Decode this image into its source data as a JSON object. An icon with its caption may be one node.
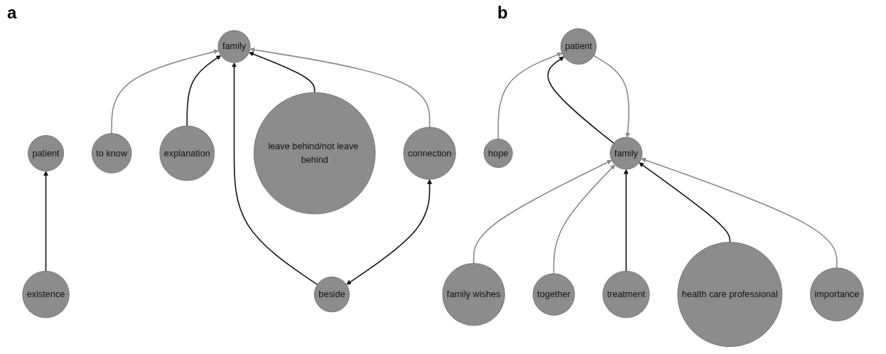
{
  "diagram": {
    "nodes": [
      {
        "text": [
          "patient"
        ]
      },
      {
        "text": [
          "existence"
        ]
      },
      {
        "text": [
          "to know"
        ]
      },
      {
        "text": [
          "family"
        ]
      },
      {
        "text": [
          "explanation"
        ]
      },
      {
        "text": [
          "connection"
        ]
      },
      {
        "text": [
          "leave behind/not leave behind"
        ]
      },
      {
        "text": [
          "beside"
        ]
      },
      {
        "text": [
          "family wishes"
        ]
      },
      {
        "text": [
          "together"
        ]
      },
      {
        "text": [
          "treatment"
        ]
      },
      {
        "text": [
          "health care professional"
        ]
      },
      {
        "text": [
          "family"
        ]
      },
      {
        "text": [
          "patient"
        ]
      },
      {
        "text": [
          "importance"
        ]
      },
      {
        "text": [
          "hope"
        ]
      }
    ],
    "edges": [
      {
        "from": 1,
        "to": 0,
        "arrow": "to"
      },
      {
        "from": 2,
        "to": 3,
        "arrow": "to",
        "color": "#888888"
      },
      {
        "from": 4,
        "to": 3,
        "arrow": "to"
      },
      {
        "from": 5,
        "to": 3,
        "arrow": "to",
        "color": "#888888"
      },
      {
        "from": 6,
        "to": 3,
        "arrow": "to"
      },
      {
        "from": 7,
        "to": 3,
        "arrow": "to"
      },
      {
        "from": 7,
        "to": 5,
        "arrow": "both"
      },
      {
        "from": 8,
        "to": 12,
        "arrow": "to",
        "color": "#888888"
      },
      {
        "from": 9,
        "to": 12,
        "arrow": "to",
        "color": "#888888"
      },
      {
        "from": 10,
        "to": 12,
        "arrow": "to"
      },
      {
        "from": 11,
        "to": 12,
        "arrow": "to"
      },
      {
        "from": 12,
        "to": 13,
        "arrow": "to"
      },
      {
        "from": 13,
        "to": 12,
        "arrow": "to",
        "color": "#888888"
      },
      {
        "from": 14,
        "to": 12,
        "arrow": "to",
        "color": "#888888"
      },
      {
        "from": 15,
        "to": 13,
        "arrow": "to",
        "color": "#888888"
      }
    ],
    "labels": [
      "a",
      "b"
    ]
  }
}
